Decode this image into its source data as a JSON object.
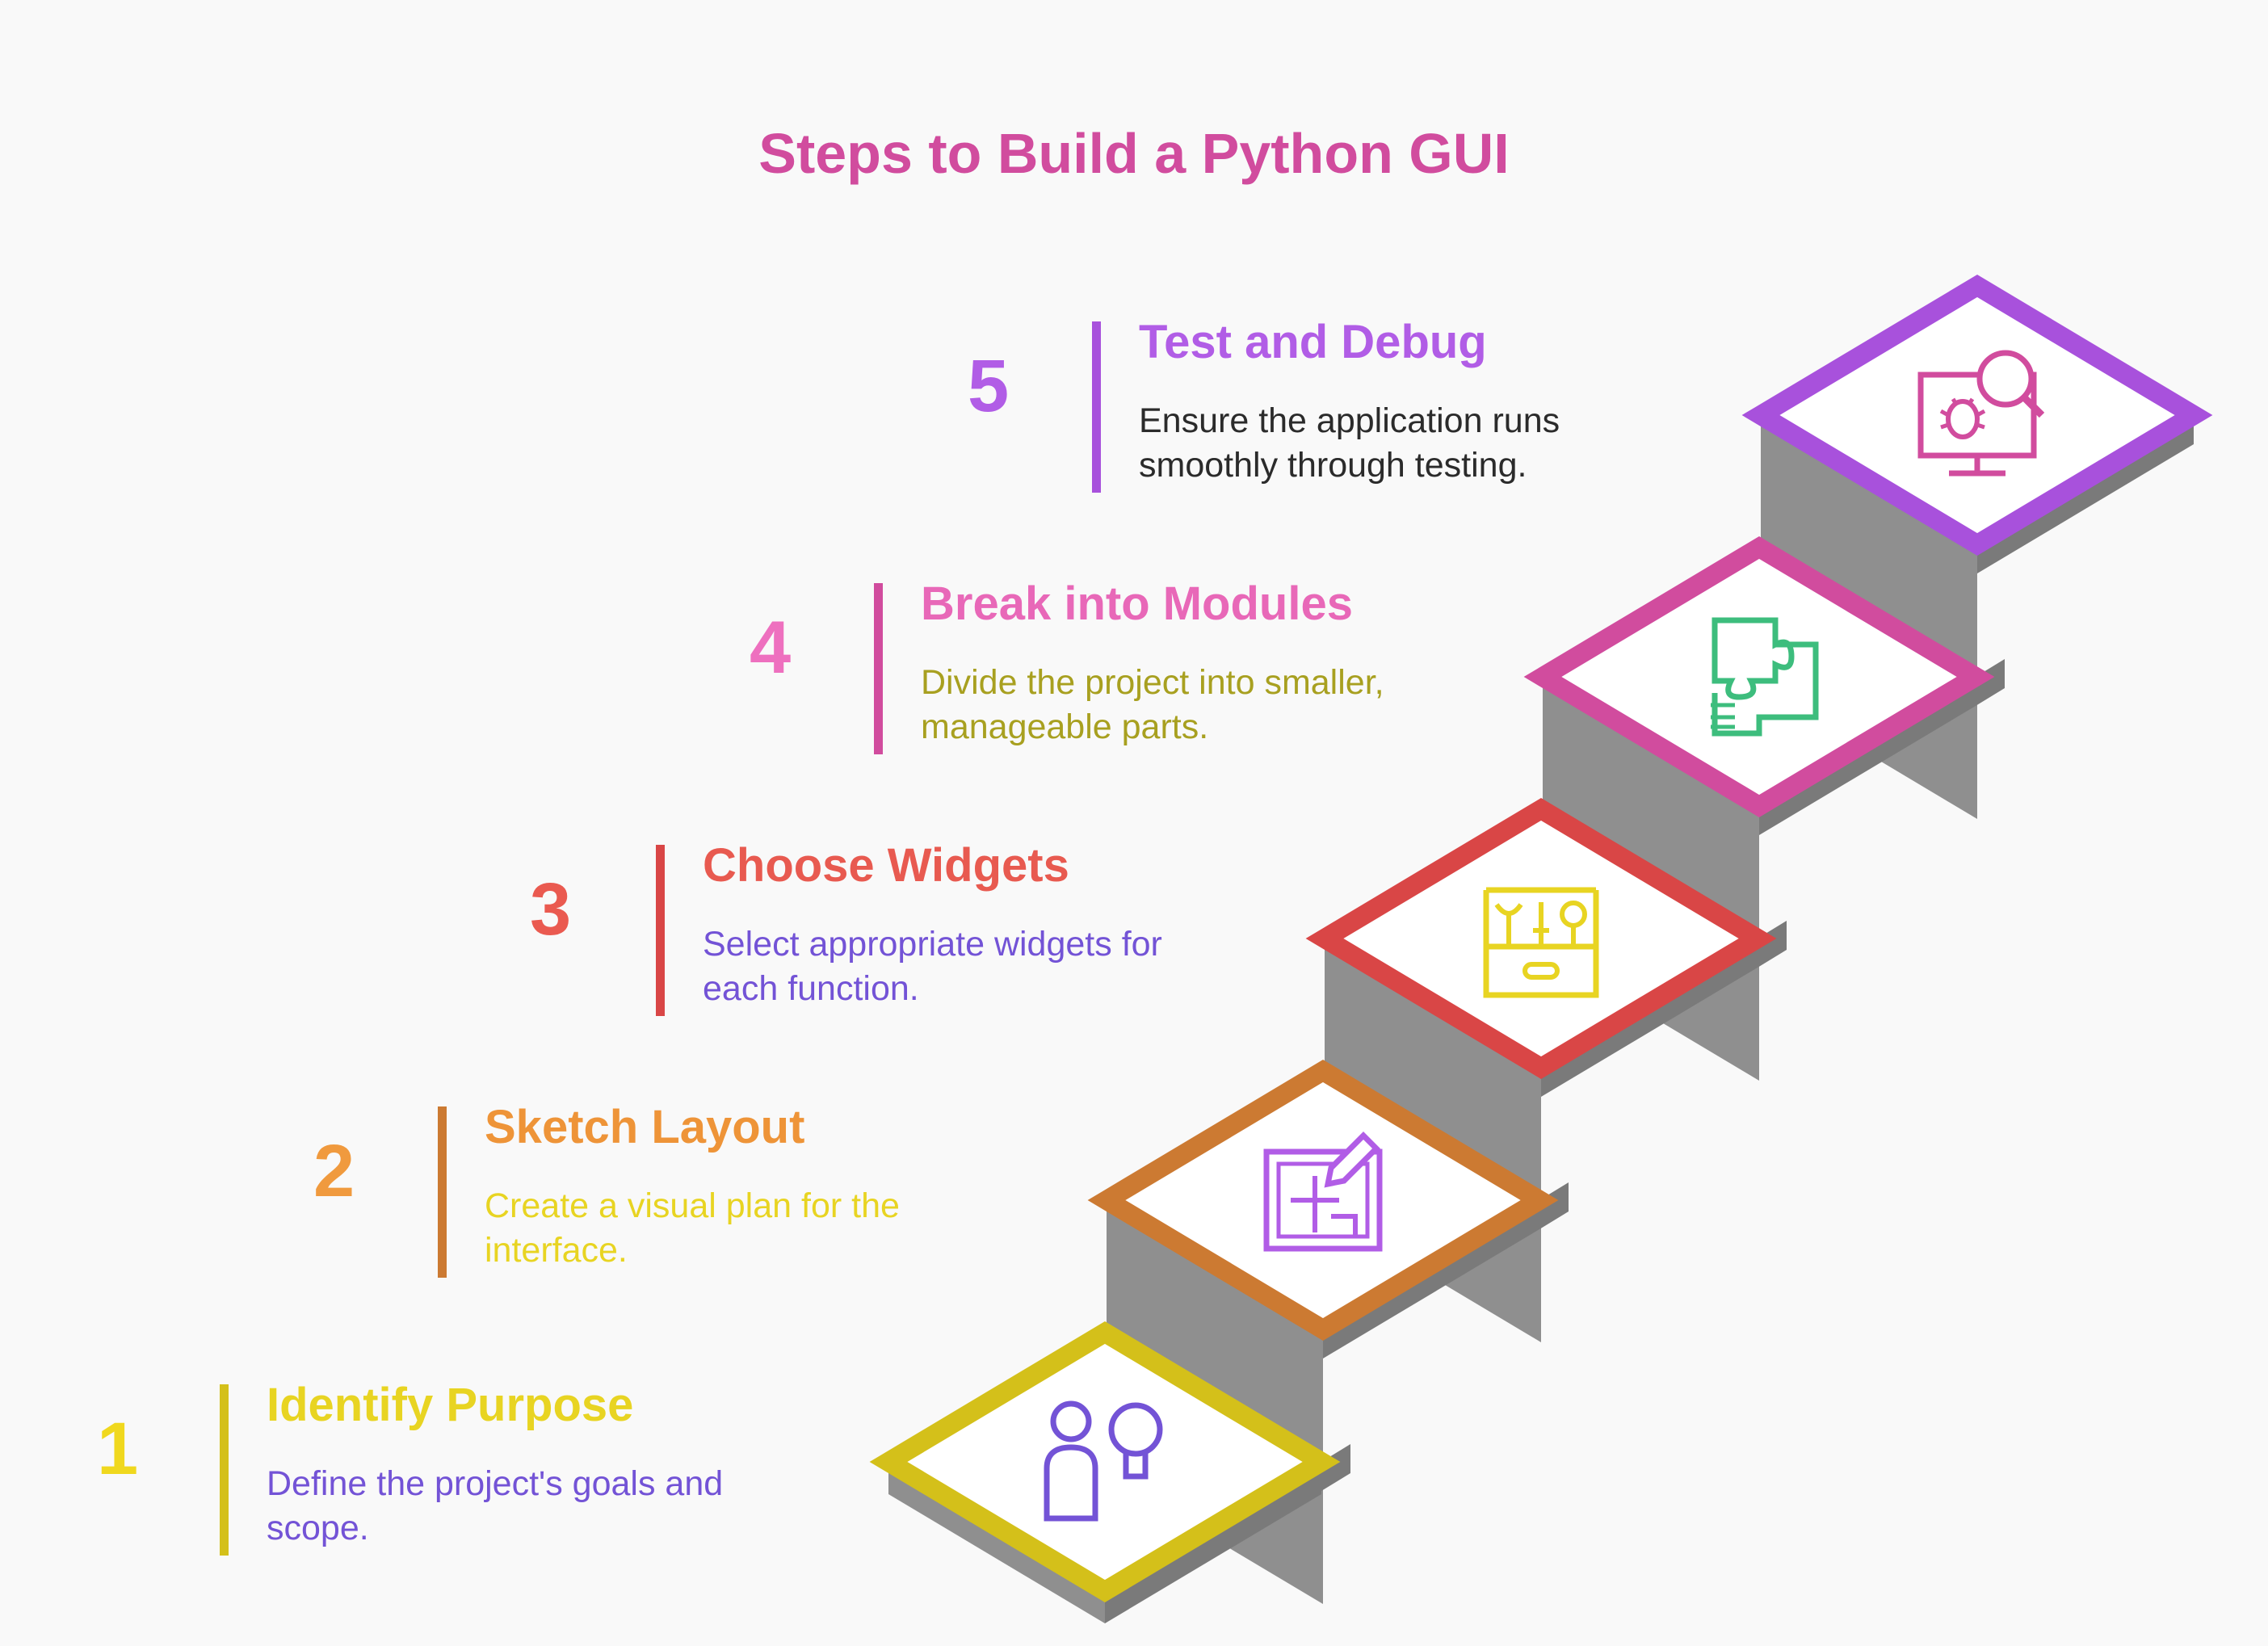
{
  "title": "Steps to Build a Python GUI",
  "steps": [
    {
      "number": "1",
      "title": "Identify Purpose",
      "description": "Define the project's goals and scope.",
      "icon": "person-lightbulb-icon",
      "accent": "#d4c01a",
      "number_color": "#f0d81e",
      "title_color": "#e8d422",
      "desc_color": "#7353d6"
    },
    {
      "number": "2",
      "title": "Sketch Layout",
      "description": "Create a visual plan for the interface.",
      "icon": "blueprint-pencil-icon",
      "accent": "#cc7a32",
      "number_color": "#f09a3e",
      "title_color": "#ee9438",
      "desc_color": "#e8d422"
    },
    {
      "number": "3",
      "title": "Choose Widgets",
      "description": "Select appropriate widgets for each function.",
      "icon": "toolbox-icon",
      "accent": "#d94646",
      "number_color": "#ea5a50",
      "title_color": "#e85a50",
      "desc_color": "#7353d6"
    },
    {
      "number": "4",
      "title": "Break into Modules",
      "description": "Divide the project into smaller, manageable parts.",
      "icon": "puzzle-modules-icon",
      "accent": "#d14c9e",
      "number_color": "#ee70bf",
      "title_color": "#e868b8",
      "desc_color": "#a8a020"
    },
    {
      "number": "5",
      "title": "Test and Debug",
      "description": "Ensure the application runs smoothly through testing.",
      "icon": "bug-search-monitor-icon",
      "accent": "#a851dc",
      "number_color": "#b15de6",
      "title_color": "#b15de6",
      "desc_color": "#2b2b2b"
    }
  ],
  "colors": {
    "step_side": "#8f8f8f",
    "step_side_dark": "#7a7a7a",
    "tile_fill": "#ffffff",
    "background": "#f9f9f9"
  }
}
